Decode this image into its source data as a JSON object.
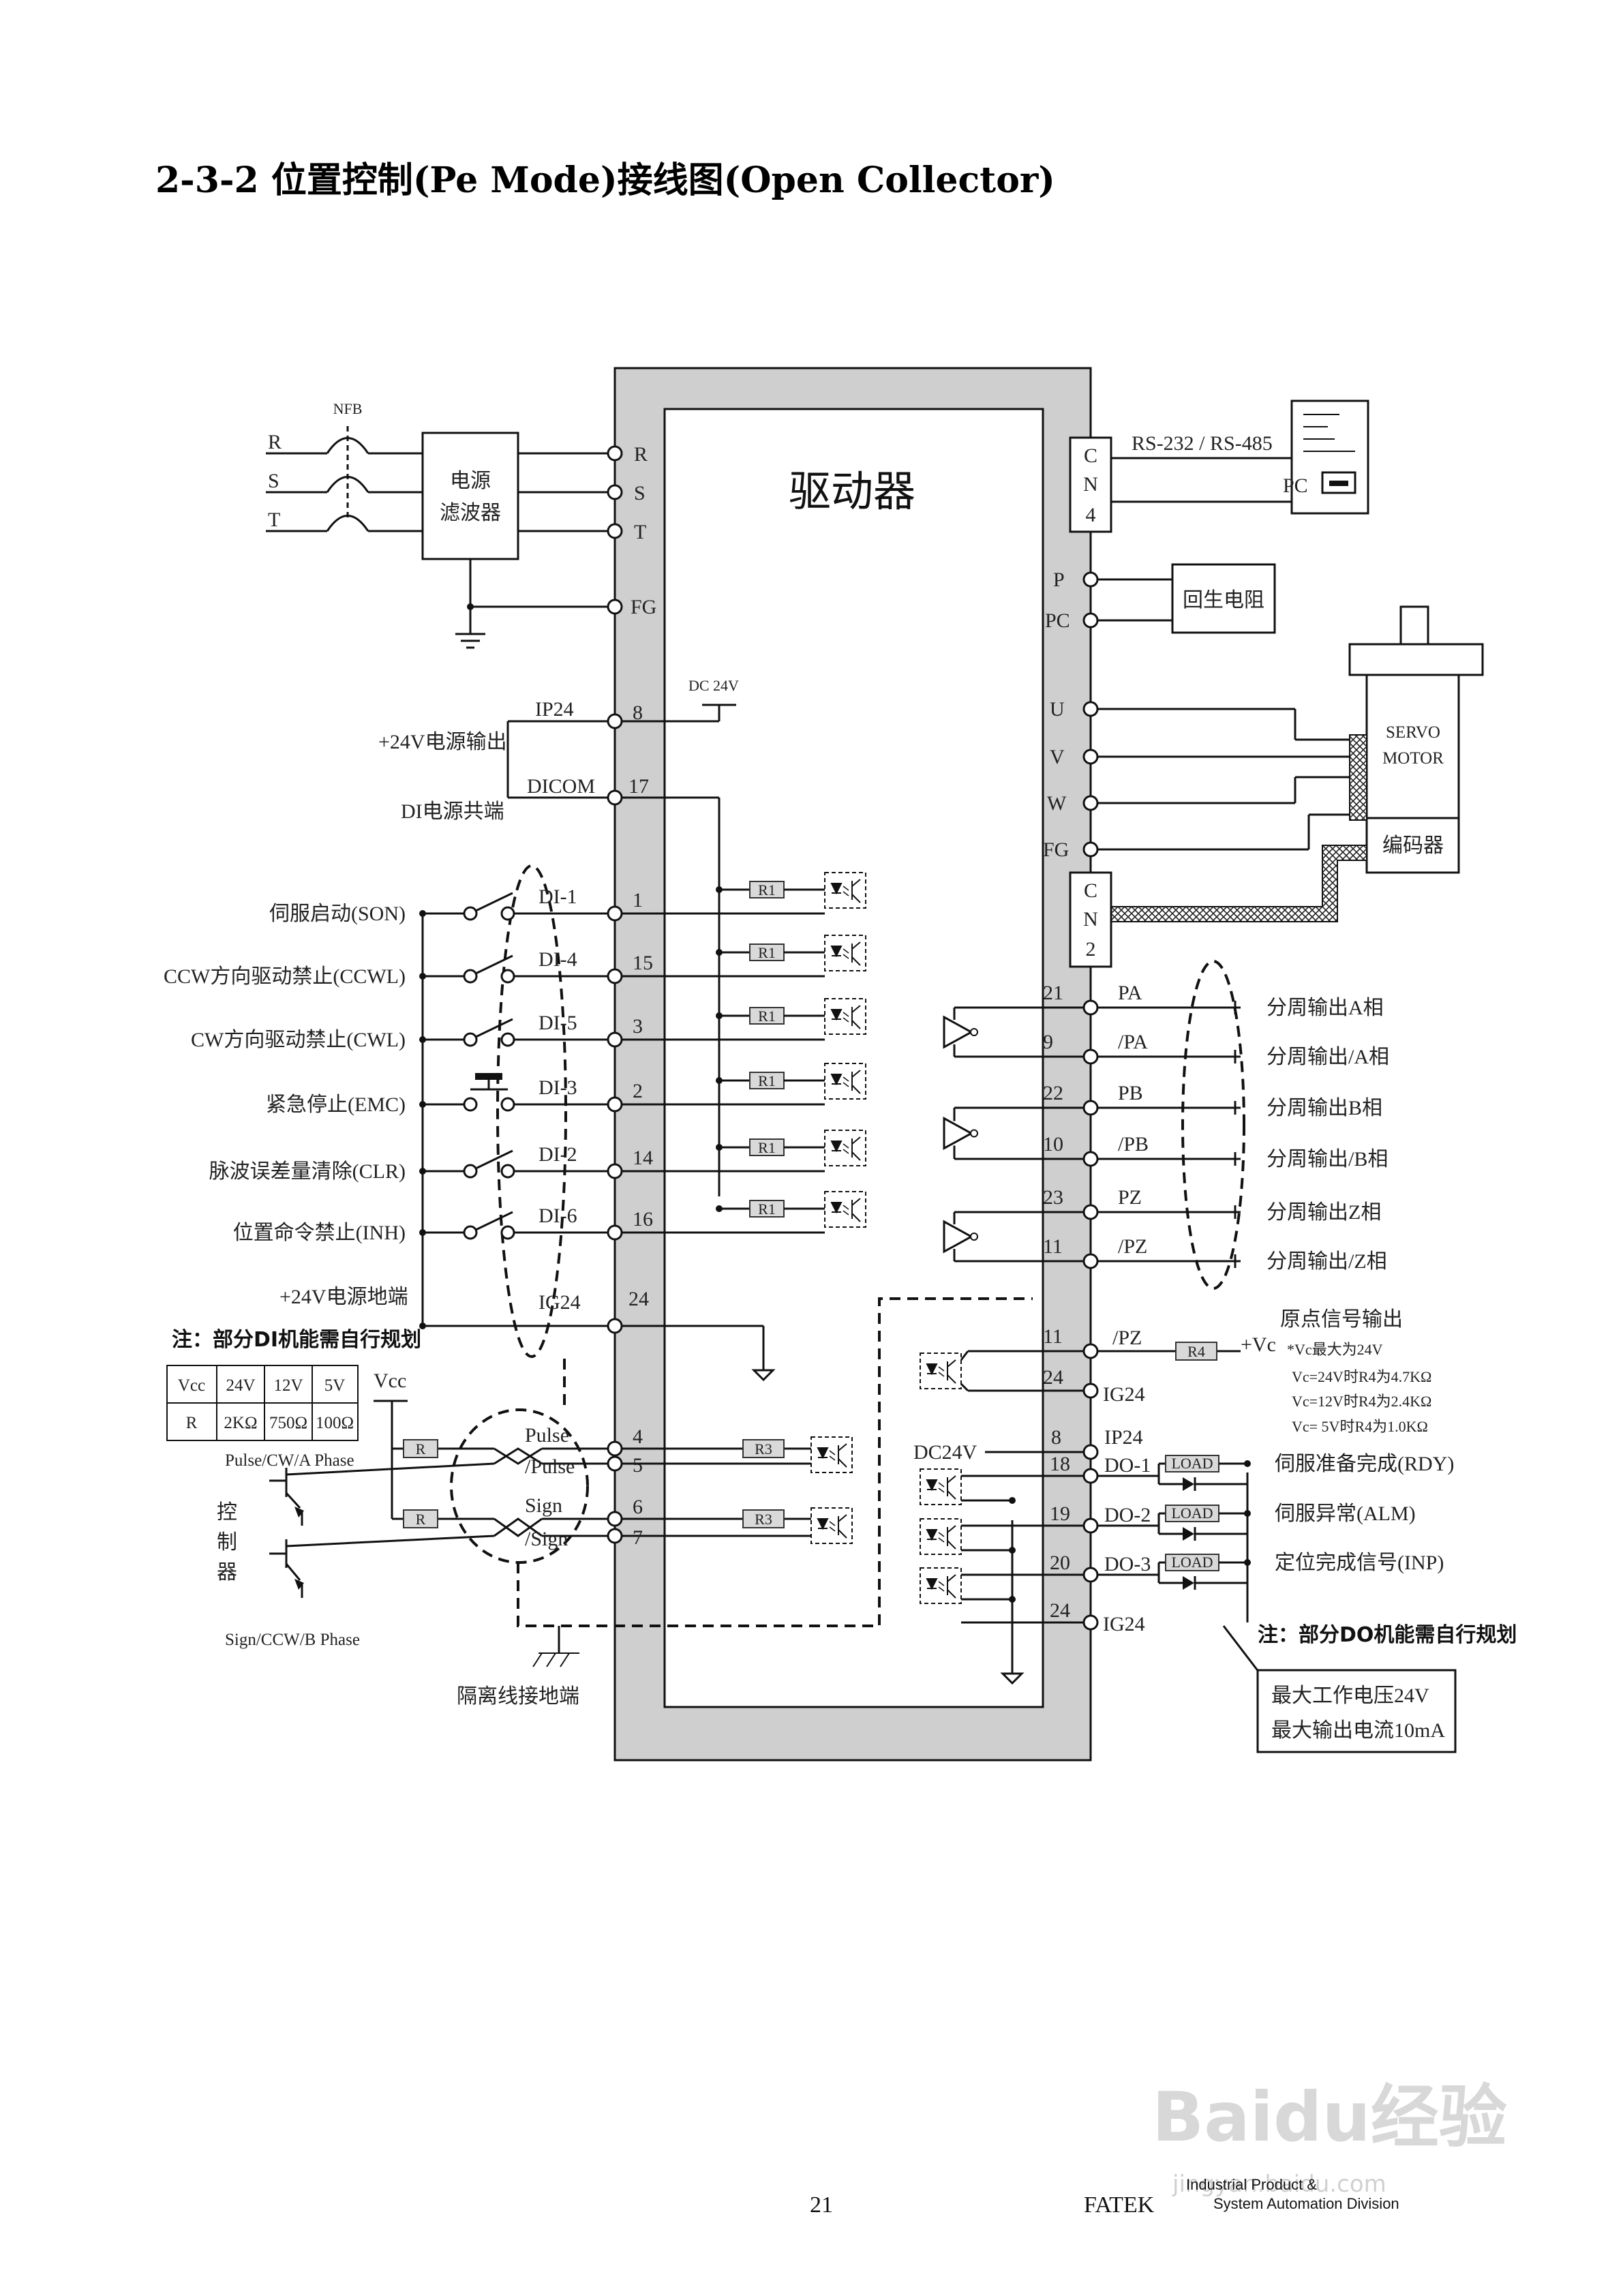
{
  "title": "2-3-2  位置控制(Pe Mode)接线图(Open Collector)",
  "driver": {
    "label": "驱动器"
  },
  "power": {
    "breaker_label": "NFB",
    "phases": [
      "R",
      "S",
      "T"
    ],
    "filter_line1": "电源",
    "filter_line2": "滤波器",
    "driver_pins": [
      "R",
      "S",
      "T",
      "FG"
    ]
  },
  "cn4": {
    "letters": [
      "C",
      "N",
      "4"
    ],
    "comm_label": "RS-232 / RS-485",
    "pc_label": "PC"
  },
  "regen": {
    "pins": [
      "P",
      "PC"
    ],
    "label": "回生电阻"
  },
  "motor": {
    "pins": [
      "U",
      "V",
      "W",
      "FG"
    ],
    "label_line1": "SERVO",
    "label_line2": "MOTOR",
    "encoder_label": "编码器"
  },
  "cn2": {
    "letters": [
      "C",
      "N",
      "2"
    ]
  },
  "dc24v_top": "DC 24V",
  "ip24": {
    "desc": "+24V电源输出",
    "name": "IP24",
    "pin": "8"
  },
  "dicom": {
    "desc": "DI电源共端",
    "name": "DICOM",
    "pin": "17"
  },
  "resistor_labels": {
    "r1": "R1",
    "r3": "R3",
    "r4": "R4",
    "r": "R"
  },
  "di_inputs": [
    {
      "desc": "伺服启动(SON)",
      "name": "DI-1",
      "pin": "1"
    },
    {
      "desc": "CCW方向驱动禁止(CCWL)",
      "name": "DI-4",
      "pin": "15"
    },
    {
      "desc": "CW方向驱动禁止(CWL)",
      "name": "DI-5",
      "pin": "3"
    },
    {
      "desc": "紧急停止(EMC)",
      "name": "DI-3",
      "pin": "2"
    },
    {
      "desc": "脉波误差量清除(CLR)",
      "name": "DI-2",
      "pin": "14"
    },
    {
      "desc": "位置命令禁止(INH)",
      "name": "DI-6",
      "pin": "16"
    }
  ],
  "ig24_input": {
    "desc": "+24V电源地端",
    "name": "IG24",
    "pin": "24"
  },
  "di_note": "注：部分DI机能需自行规划",
  "vcc_table": {
    "header": [
      "Vcc",
      "24V",
      "12V",
      "5V"
    ],
    "row": [
      "R",
      "2KΩ",
      "750Ω",
      "100Ω"
    ]
  },
  "vcc_label": "Vcc",
  "controller": {
    "label_chars": [
      "控",
      "制",
      "器"
    ],
    "pulse_phase": "Pulse/CW/A Phase",
    "sign_phase": "Sign/CCW/B Phase"
  },
  "pulse_pins": [
    {
      "name": "Pulse",
      "pin": "4"
    },
    {
      "name": "/Pulse",
      "pin": "5"
    },
    {
      "name": "Sign",
      "pin": "6"
    },
    {
      "name": "/Sign",
      "pin": "7"
    }
  ],
  "shield_ground": "隔离线接地端",
  "encoder_outputs": [
    {
      "pin": "21",
      "name": "PA",
      "desc": "分周输出A相"
    },
    {
      "pin": "9",
      "name": "/PA",
      "desc": "分周输出/A相"
    },
    {
      "pin": "22",
      "name": "PB",
      "desc": "分周输出B相"
    },
    {
      "pin": "10",
      "name": "/PB",
      "desc": "分周输出/B相"
    },
    {
      "pin": "23",
      "name": "PZ",
      "desc": "分周输出Z相"
    },
    {
      "pin": "11",
      "name": "/PZ",
      "desc": "分周输出/Z相"
    }
  ],
  "origin_output": {
    "title": "原点信号输出",
    "pin_pz": "11",
    "name_pz": "/PZ",
    "pin_ig": "24",
    "name_ig": "IG24",
    "vc_label": "+Vc",
    "notes": [
      "*Vc最大为24V",
      "Vc=24V时R4为4.7KΩ",
      "Vc=12V时R4为2.4KΩ",
      "Vc= 5V时R4为1.0KΩ"
    ]
  },
  "do_power": {
    "label": "DC24V",
    "pin": "8",
    "name": "IP24"
  },
  "do_outputs": [
    {
      "pin": "18",
      "name": "DO-1",
      "desc": "伺服准备完成(RDY)"
    },
    {
      "pin": "19",
      "name": "DO-2",
      "desc": "伺服异常(ALM)"
    },
    {
      "pin": "20",
      "name": "DO-3",
      "desc": "定位完成信号(INP)"
    }
  ],
  "do_ground": {
    "pin": "24",
    "name": "IG24"
  },
  "load_label": "LOAD",
  "do_note": "注：部分DO机能需自行规划",
  "do_limits": {
    "line1": "最大工作电压24V",
    "line2": "最大输出电流10mA"
  },
  "footer": {
    "page_number": "21",
    "brand": "FATEK",
    "division_line1": "Industrial Product &",
    "division_line2": "System Automation Division"
  },
  "watermark": {
    "logo": "Baidu经验",
    "url": "jingyan.baidu.com"
  }
}
